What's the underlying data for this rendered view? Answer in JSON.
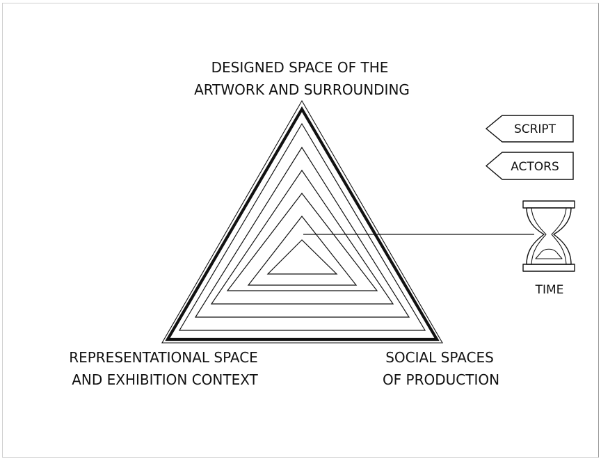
{
  "labels": {
    "top_line1": "DESIGNED SPACE OF THE",
    "top_line2": "ARTWORK AND SURROUNDING",
    "left_line1": "REPRESENTATIONAL SPACE",
    "left_line2": "AND EXHIBITION CONTEXT",
    "right_line1": "SOCIAL SPACES",
    "right_line2": "OF PRODUCTION"
  },
  "tags": {
    "script": "SCRIPT",
    "actors": "ACTORS"
  },
  "time_label": "TIME",
  "nested_triangle_count": 7,
  "colors": {
    "stroke": "#111111",
    "background": "#ffffff"
  }
}
